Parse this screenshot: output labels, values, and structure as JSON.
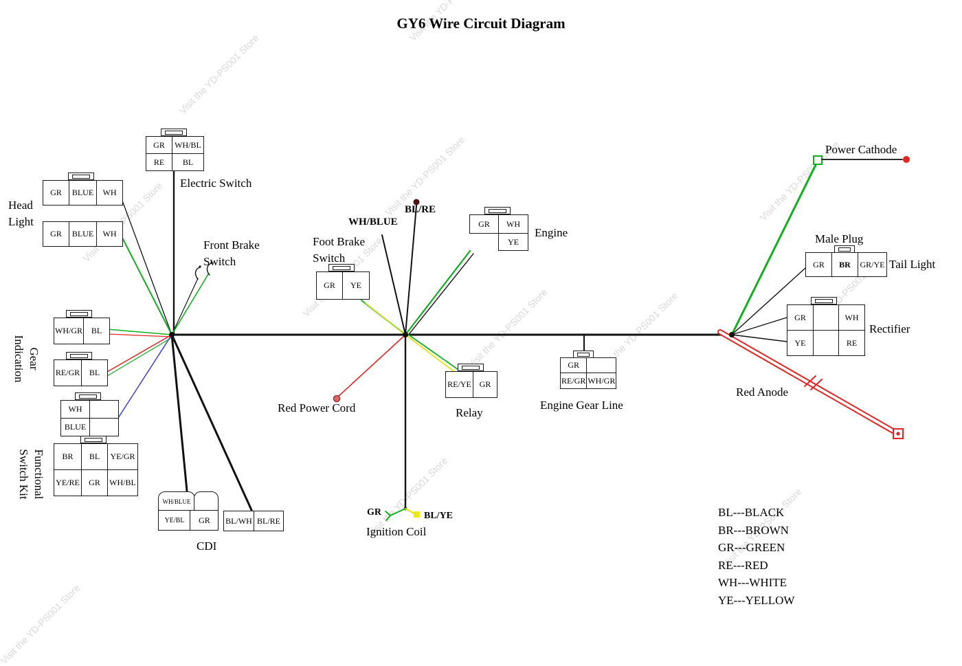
{
  "title": "GY6 Wire Circuit Diagram",
  "watermark": "Visit the YD-PS001 Store",
  "colors": {
    "wire_black": "#111111",
    "green": "#13ad20",
    "red": "#e02525",
    "blue": "#3a41c8",
    "yellow": "#e8e414",
    "dark_red_dot": "#4a1512"
  },
  "labels": {
    "electric_switch": "Electric Switch",
    "head_light": "Head Light",
    "front_brake_switch": "Front Brake Switch",
    "foot_brake_switch": "Foot Brake Switch",
    "wh_blue": "WH/BLUE",
    "bl_re": "BL/RE",
    "engine": "Engine",
    "gear_indication": "Gear Indication",
    "functional_switch_kit": "Functional Switch Kit",
    "cdi": "CDI",
    "red_power_cord": "Red Power Cord",
    "relay": "Relay",
    "engine_gear_line": "Engine Gear Line",
    "ignition_coil": "Ignition Coil",
    "ignition_gr": "GR",
    "ignition_blye": "BL/YE",
    "power_cathode": "Power Cathode",
    "male_plug": "Male Plug",
    "tail_light": "Tail Light",
    "rectifier": "Rectifier",
    "red_anode": "Red Anode"
  },
  "connectors": {
    "electric_switch": {
      "rows": [
        [
          "GR",
          "WH/BL"
        ],
        [
          "RE",
          "BL"
        ]
      ]
    },
    "head_light_top": {
      "rows": [
        [
          "GR",
          "BLUE",
          "WH"
        ]
      ]
    },
    "head_light_bottom": {
      "rows": [
        [
          "GR",
          "BLUE",
          "WH"
        ]
      ]
    },
    "foot_brake": {
      "rows": [
        [
          "GR",
          "YE"
        ]
      ]
    },
    "engine": {
      "rows": [
        [
          "GR",
          "WH"
        ],
        [
          "",
          "YE"
        ]
      ]
    },
    "gear_top": {
      "rows": [
        [
          "WH/GR",
          "BL"
        ]
      ]
    },
    "gear_bottom": {
      "rows": [
        [
          "RE/GR",
          "BL"
        ]
      ]
    },
    "functional_small": {
      "rows": [
        [
          "WH",
          ""
        ],
        [
          "BLUE",
          ""
        ]
      ]
    },
    "functional_big": {
      "rows": [
        [
          "BR",
          "BL",
          "YE/GR"
        ],
        [
          "YE/RE",
          "GR",
          "WH/BL"
        ]
      ]
    },
    "cdi_main": {
      "rows": [
        [
          "WH/BLUE",
          ""
        ],
        [
          "YE/BL",
          "GR"
        ]
      ]
    },
    "cdi_side": {
      "rows": [
        [
          "BL/WH",
          "BL/RE"
        ]
      ]
    },
    "relay": {
      "rows": [
        [
          "RE/YE",
          "GR"
        ]
      ]
    },
    "engine_gear": {
      "rows": [
        [
          "GR",
          ""
        ],
        [
          "RE/GR",
          "WH/GR"
        ]
      ]
    },
    "tail_light": {
      "rows": [
        [
          "GR",
          "BR",
          "GR/YE"
        ]
      ]
    },
    "rectifier": {
      "rows": [
        [
          "GR",
          "",
          "WH"
        ],
        [
          "YE",
          "",
          "RE"
        ]
      ]
    }
  },
  "legend": [
    "BL---BLACK",
    "BR---BROWN",
    "GR---GREEN",
    "RE---RED",
    "WH---WHITE",
    "YE---YELLOW"
  ]
}
